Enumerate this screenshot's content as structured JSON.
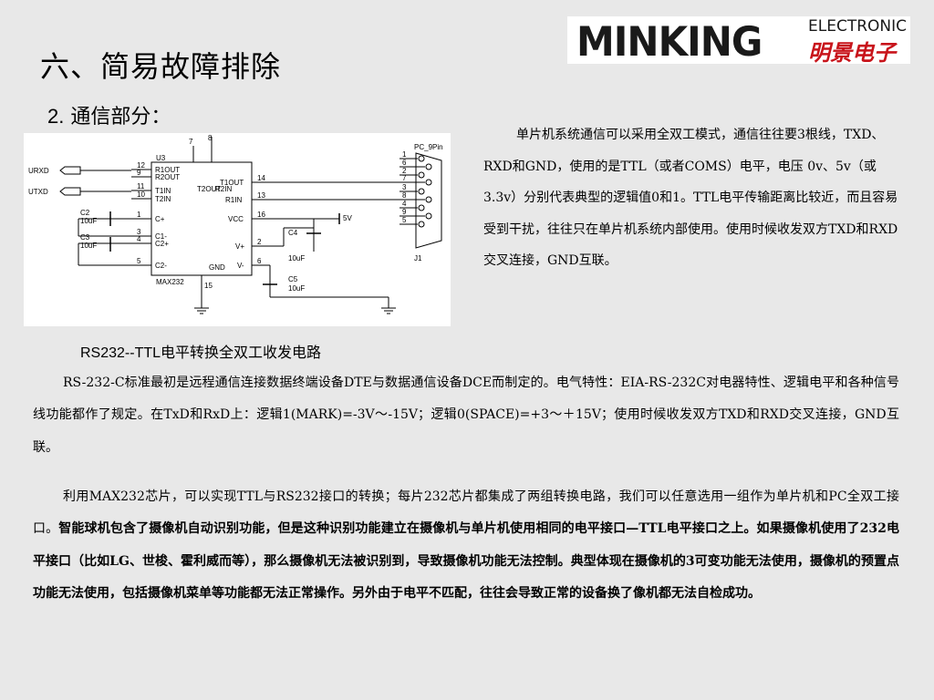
{
  "page": {
    "title": "六、简易故障排除",
    "subtitle_num": "2.",
    "subtitle_text": " 通信部分："
  },
  "logo": {
    "brand": "MINKING",
    "sub_en": "ELECTRONIC",
    "sub_cn": "明景电子"
  },
  "schematic": {
    "chip_name": "U3",
    "chip_model": "MAX232",
    "left_pins": [
      {
        "num": "12",
        "name": "R1OUT"
      },
      {
        "num": "9",
        "name": "R2OUT"
      },
      {
        "num": "11",
        "name": "T1IN"
      },
      {
        "num": "10",
        "name": "T2IN"
      },
      {
        "num": "1",
        "name": "C+"
      },
      {
        "num": "3",
        "name": "C1-"
      },
      {
        "num": "4",
        "name": "C2+"
      },
      {
        "num": "5",
        "name": "C2-"
      }
    ],
    "right_pins": [
      {
        "num": "14",
        "name": "T1OUT"
      },
      {
        "num": "13",
        "name": "R1IN"
      },
      {
        "num": "16",
        "name": "VCC"
      },
      {
        "num": "2",
        "name": "V+"
      },
      {
        "num": "6",
        "name": "V-"
      }
    ],
    "top_pins": [
      {
        "num": "7",
        "name": "T2OUT"
      },
      {
        "num": "8",
        "name": "R2IN"
      }
    ],
    "bottom_pin": {
      "num": "15",
      "name": "GND"
    },
    "net_rxd": "URXD",
    "net_txd": "UTXD",
    "connector_name": "PC_9Pin",
    "connector_ref": "J1",
    "connector_pins": [
      "1",
      "6",
      "2",
      "7",
      "3",
      "8",
      "4",
      "9",
      "5"
    ],
    "power_label": "5V",
    "caps": [
      {
        "ref": "C2",
        "value": "10uF"
      },
      {
        "ref": "C3",
        "value": "10uF"
      },
      {
        "ref": "C4",
        "value": "10uF"
      },
      {
        "ref": "C5",
        "value": "10uF"
      }
    ]
  },
  "caption": {
    "latin": "RS232--TTL",
    "cn": "电平转换全双工收发电路"
  },
  "side_paragraph": "单片机系统通信可以采用全双工模式，通信往往要3根线，TXD、RXD和GND，使用的是TTL（或者COMS）电平，电压 0v、5v（或3.3v）分别代表典型的逻辑值0和1。TTL电平传输距离比较近，而且容易受到干扰，往往只在单片机系统内部使用。使用时候收发双方TXD和RXD交叉连接，GND互联。",
  "paragraph_1": "RS-232-C标准最初是远程通信连接数据终端设备DTE与数据通信设备DCE而制定的。电气特性：EIA-RS-232C对电器特性、逻辑电平和各种信号线功能都作了规定。在TxD和RxD上：逻辑1(MARK)=-3V～-15V；逻辑0(SPACE)=+3～＋15V；使用时候收发双方TXD和RXD交叉连接，GND互联。",
  "paragraph_2_normal": "利用MAX232芯片，可以实现TTL与RS232接口的转换；每片232芯片都集成了两组转换电路，我们可以任意选用一组作为单片机和PC全双工接口。",
  "paragraph_2_bold": "智能球机包含了摄像机自动识别功能，但是这种识别功能建立在摄像机与单片机使用相同的电平接口—TTL电平接口之上。如果摄像机使用了232电平接口（比如LG、世梭、霍利威而等），那么摄像机无法被识别到，导致摄像机功能无法控制。典型体现在摄像机的3可变功能无法使用，摄像机的预置点功能无法使用，包括摄像机菜单等功能都无法正常操作。另外由于电平不匹配，往往会导致正常的设备换了像机都无法自检成功。",
  "colors": {
    "background": "#e8e8e8",
    "logo_red": "#c8141b",
    "text": "#000000"
  }
}
